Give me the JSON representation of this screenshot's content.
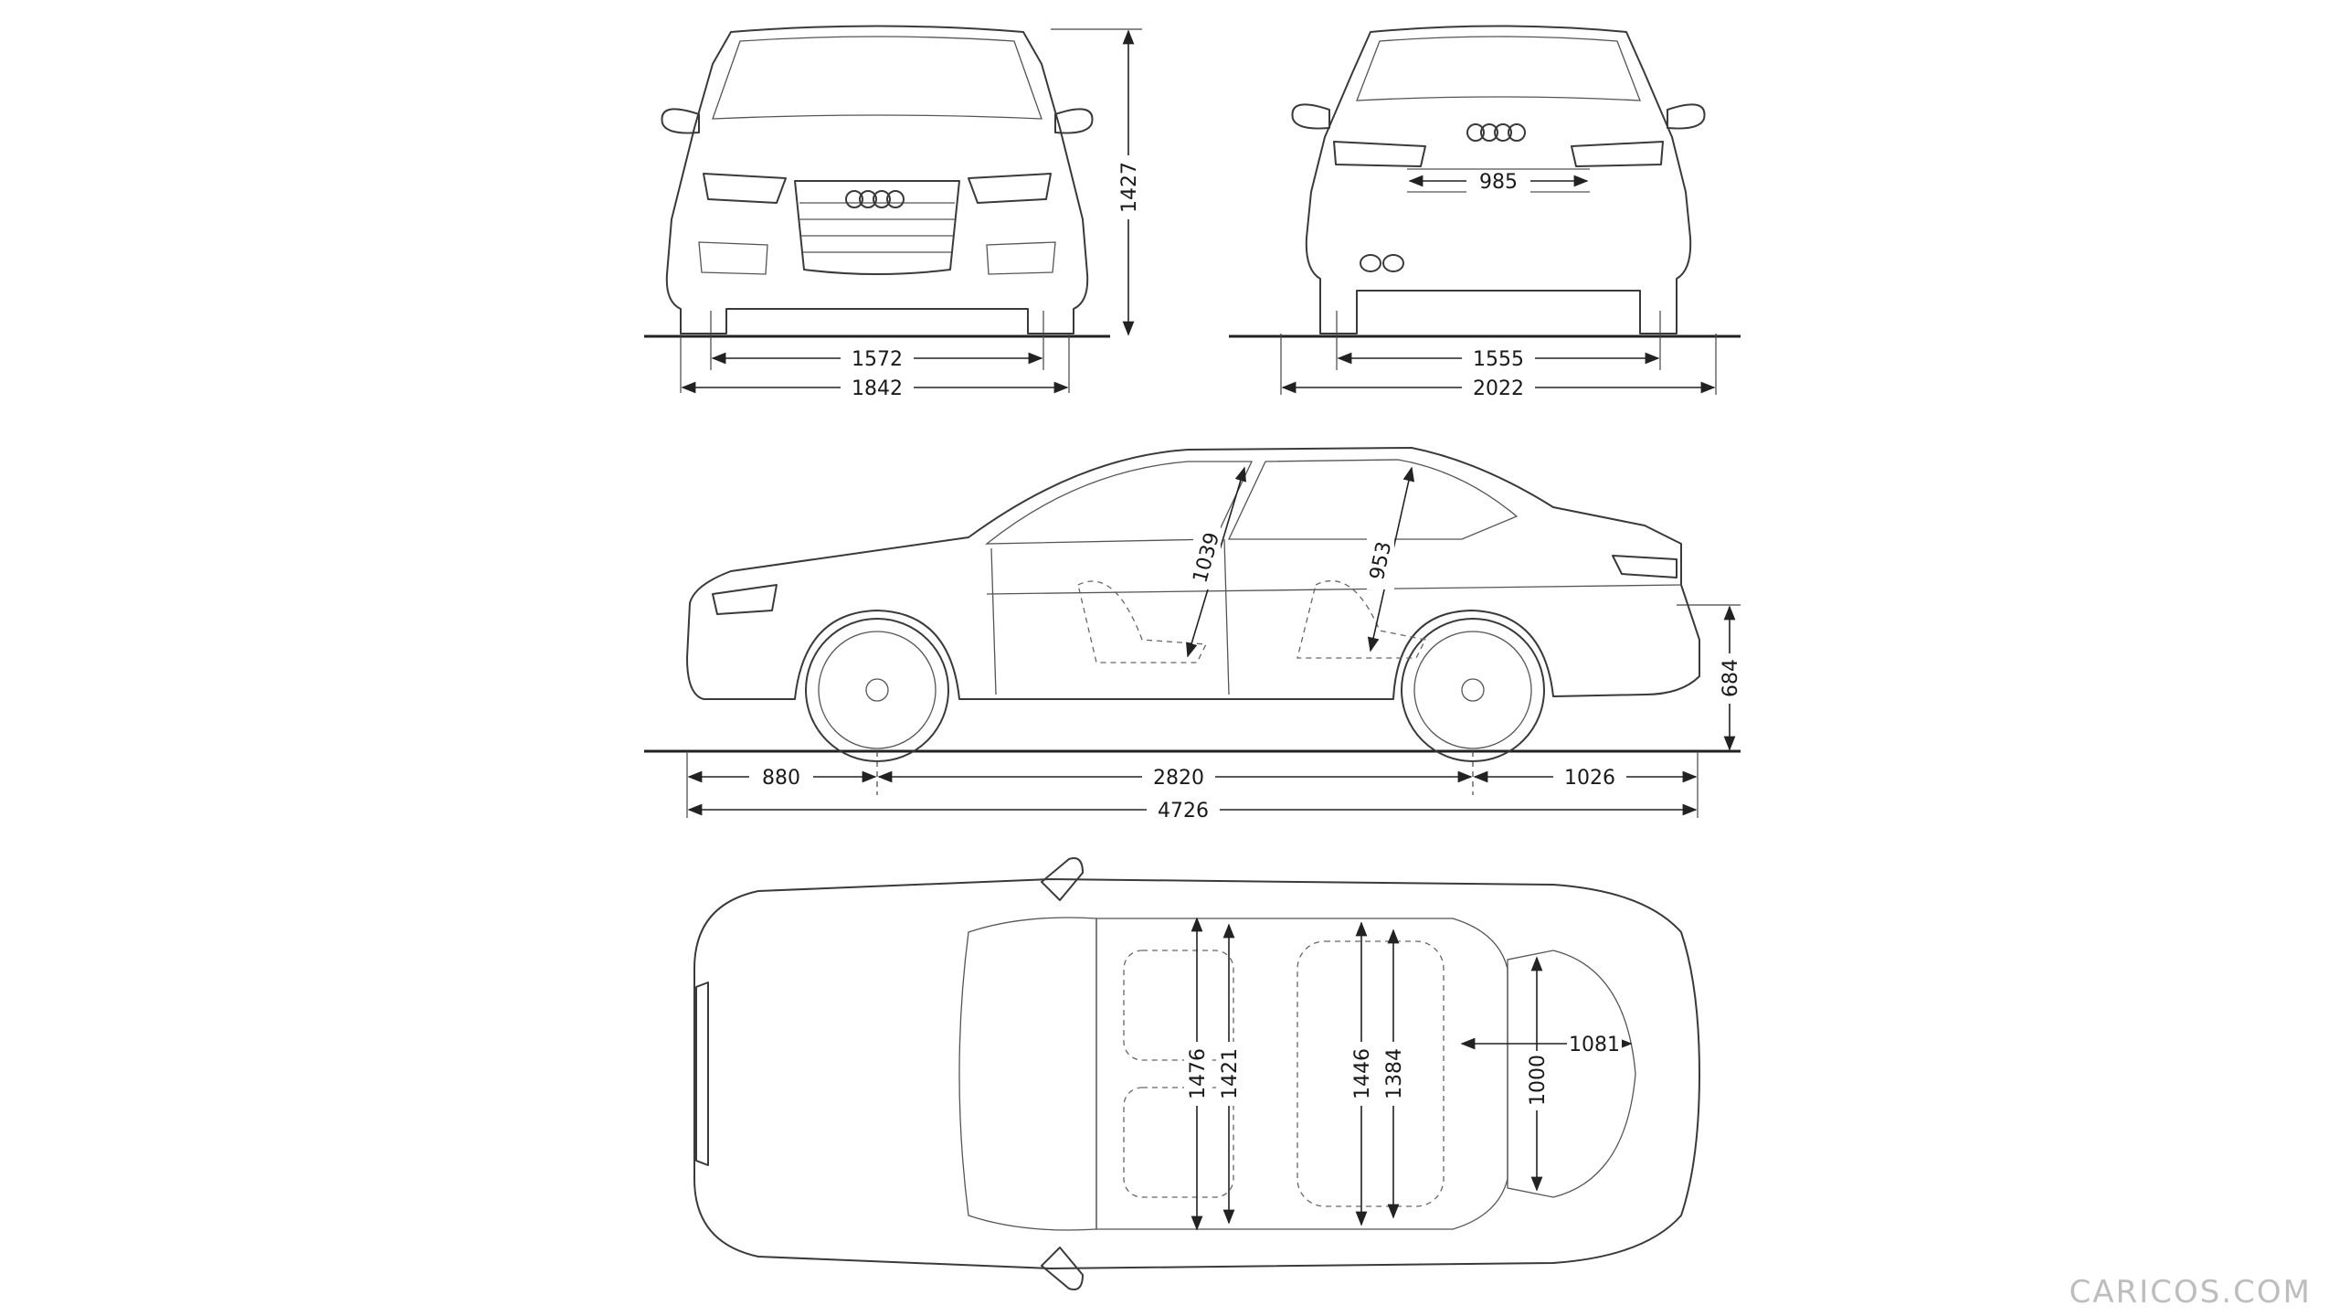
{
  "dimensions": {
    "front_track": "1572",
    "front_width": "1842",
    "height": "1427",
    "rear_track": "1555",
    "width_mirrors": "2022",
    "rear_plate": "985",
    "front_overhang": "880",
    "wheelbase": "2820",
    "rear_overhang": "1026",
    "length": "4726",
    "trunk_lip_height": "684",
    "front_headroom": "1039",
    "rear_headroom": "953",
    "front_shoulder": "1476",
    "front_elbow": "1421",
    "rear_shoulder": "1446",
    "rear_elbow": "1384",
    "trunk_length": "1081",
    "trunk_width": "1000"
  },
  "watermark": "CARICOS.COM",
  "colors": {
    "line": "#3a3a3a",
    "background": "#ffffff",
    "watermark": "#bdbdbd"
  }
}
